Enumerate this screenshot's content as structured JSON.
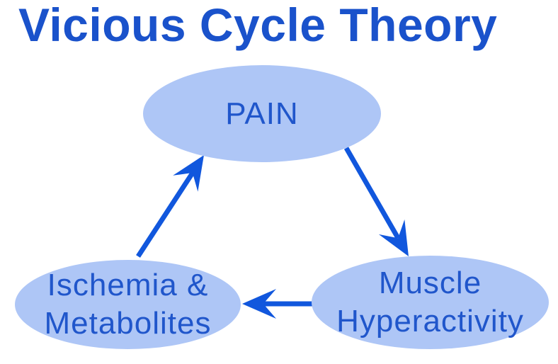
{
  "title": {
    "text": "Vicious Cycle Theory"
  },
  "diagram": {
    "type": "cycle",
    "nodes": [
      {
        "id": "pain",
        "label": "PAIN",
        "shape": "ellipse",
        "position": "top-center"
      },
      {
        "id": "muscle-hyperactivity",
        "label": "Muscle Hyperactivity",
        "lines": [
          "Muscle",
          "Hyperactivity"
        ],
        "shape": "ellipse",
        "position": "bottom-right"
      },
      {
        "id": "ischemia-metabolites",
        "label": "Ischemia & Metabolites",
        "lines": [
          "Ischemia &",
          "Metabolites"
        ],
        "shape": "ellipse",
        "position": "bottom-left"
      }
    ],
    "edges": [
      {
        "from": "pain",
        "to": "muscle-hyperactivity"
      },
      {
        "from": "muscle-hyperactivity",
        "to": "ischemia-metabolites"
      },
      {
        "from": "ischemia-metabolites",
        "to": "pain"
      }
    ],
    "colors": {
      "background": "#ffffff",
      "title_text": "#1a52cb",
      "node_fill": "#aec6f6",
      "node_text": "#2056cb",
      "arrow": "#1157dd"
    }
  }
}
